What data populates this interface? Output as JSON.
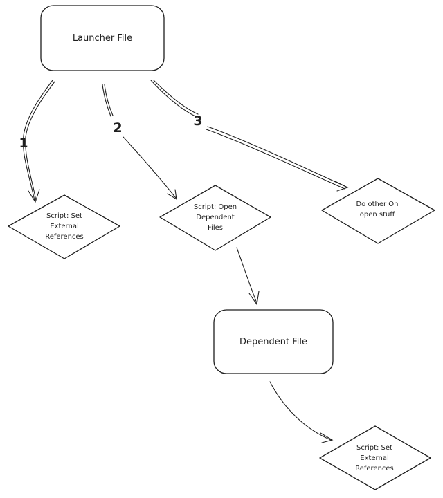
{
  "nodes": {
    "launcher": {
      "label": "Launcher File"
    },
    "set_refs_1": {
      "label_lines": [
        "Script: Set",
        "External",
        "References"
      ]
    },
    "open_dependent": {
      "label_lines": [
        "Script: Open",
        "Dependent",
        "Files"
      ]
    },
    "on_open": {
      "label_lines": [
        "Do other On",
        "open stuff"
      ]
    },
    "dependent": {
      "label": "Dependent File"
    },
    "set_refs_2": {
      "label_lines": [
        "Script: Set",
        "External",
        "References"
      ]
    }
  },
  "edges": {
    "e1": {
      "number": "1"
    },
    "e2": {
      "number": "2"
    },
    "e3": {
      "number": "3"
    }
  },
  "colors": {
    "stroke": "#1e1e1e",
    "fill": "#ffffff",
    "background": "#ffffff"
  }
}
